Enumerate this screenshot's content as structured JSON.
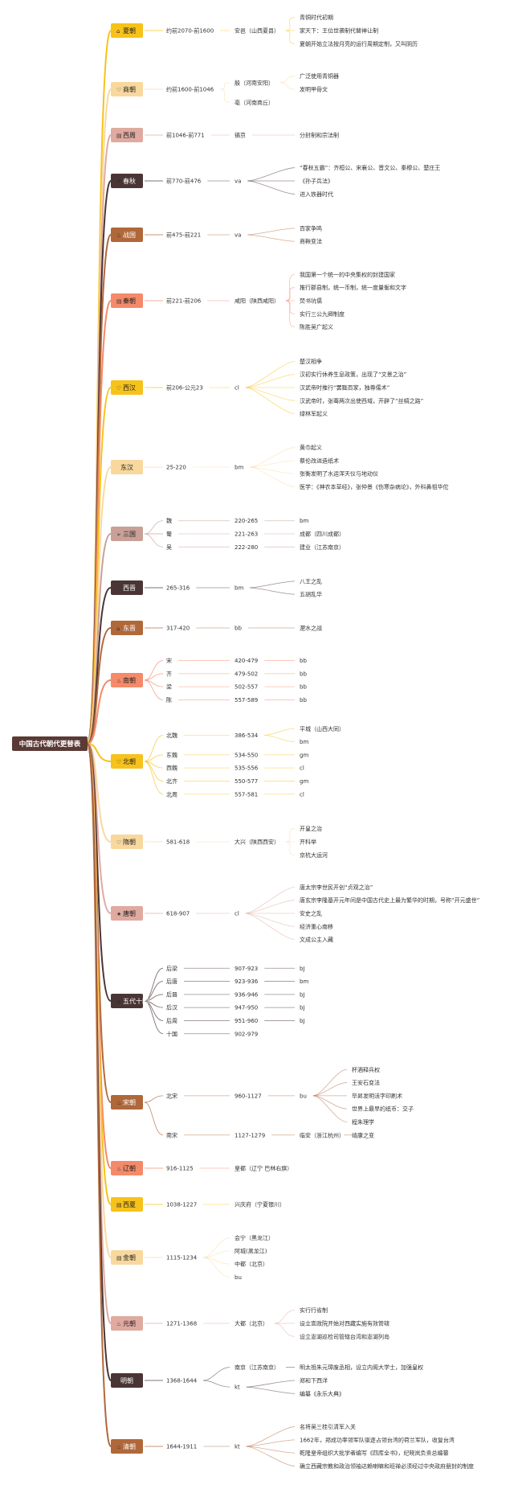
{
  "root": "中国古代朝代更替表",
  "dynasties": [
    {
      "name": "夏朝",
      "color": "#f7c21a",
      "icon": "house-icon",
      "textColor": "#222222",
      "rows": [
        {
          "label": "约前2070-前1600",
          "children": [
            {
              "label": "安邑（山西夏县）",
              "children": [
                {
                  "label": "青铜时代初期"
                },
                {
                  "label": "家天下：王位世袭制代替禅让制"
                },
                {
                  "label": "夏朝开始立法按月亮的运行周期定制，又叫阴历"
                }
              ]
            }
          ]
        }
      ]
    },
    {
      "name": "商朝",
      "color": "#f9d89e",
      "icon": "heart-icon",
      "textColor": "#222222",
      "rows": [
        {
          "label": "约前1600-前1046",
          "children": [
            {
              "label": "殷（河南安阳）",
              "children": [
                {
                  "label": "广泛使用青铜器"
                },
                {
                  "label": "发明甲骨文"
                }
              ]
            },
            {
              "label": "亳（河南商丘）"
            }
          ]
        }
      ]
    },
    {
      "name": "西周",
      "color": "#e0aaa0",
      "icon": "book-icon",
      "textColor": "#222222",
      "rows": [
        {
          "label": "前1046-前771",
          "children": [
            {
              "label": "镐京",
              "children": [
                {
                  "label": "分封制和宗法制"
                }
              ]
            }
          ]
        }
      ]
    },
    {
      "name": "春秋",
      "color": "#4a3535",
      "icon": "flag-icon",
      "textColor": "#ffffff",
      "rows": [
        {
          "label": "前770-前476",
          "children": [
            {
              "label": "va",
              "children": [
                {
                  "label": "“春秋五霸”：齐桓公、宋襄公、晋文公、秦穆公、楚庄王"
                },
                {
                  "label": "《孙子兵法》"
                },
                {
                  "label": "进入铁器时代"
                }
              ]
            }
          ]
        }
      ]
    },
    {
      "name": "战国",
      "color": "#b0683a",
      "icon": "fire-icon",
      "textColor": "#ffffff",
      "rows": [
        {
          "label": "前475-前221",
          "children": [
            {
              "label": "va",
              "children": [
                {
                  "label": "百家争鸣"
                },
                {
                  "label": "商鞅变法"
                }
              ]
            }
          ]
        }
      ]
    },
    {
      "name": "秦朝",
      "color": "#f48a6a",
      "icon": "book-icon",
      "textColor": "#222222",
      "rows": [
        {
          "label": "前221-前206",
          "children": [
            {
              "label": "咸阳（陕西咸阳）",
              "children": [
                {
                  "label": "我国第一个统一的中央集权的封建国家"
                },
                {
                  "label": "推行郡县制，统一币制，统一度量衡和文字"
                },
                {
                  "label": "焚书坑儒"
                },
                {
                  "label": "实行三公九卿制度"
                },
                {
                  "label": "陈胜吴广起义"
                }
              ]
            }
          ]
        }
      ]
    },
    {
      "name": "西汉",
      "color": "#f7c21a",
      "icon": "heart-icon",
      "textColor": "#222222",
      "rows": [
        {
          "label": "前206-公元23",
          "children": [
            {
              "label": "cl",
              "children": [
                {
                  "label": "楚汉相争"
                },
                {
                  "label": "汉初实行休养生息政策，出现了“文景之治”"
                },
                {
                  "label": "汉武帝时推行“罢黜百家，独尊儒术”"
                },
                {
                  "label": "汉武帝时，张骞两次出使西域，开辟了“丝绸之路”"
                },
                {
                  "label": "绿林军起义"
                }
              ]
            }
          ]
        }
      ]
    },
    {
      "name": "东汉",
      "color": "#f9d89e",
      "icon": "",
      "textColor": "#222222",
      "rows": [
        {
          "label": "25-220",
          "children": [
            {
              "label": "bm",
              "children": [
                {
                  "label": "黄巾起义"
                },
                {
                  "label": "蔡伦改进造纸术"
                },
                {
                  "label": "张衡发明了水运浑天仪与地动仪"
                },
                {
                  "label": "医学：《神农本草经》，张仲景《伤寒杂病论》，外科鼻祖华佗"
                }
              ]
            }
          ]
        }
      ]
    },
    {
      "name": "三国",
      "color": "#c9a097",
      "icon": "send-icon",
      "textColor": "#222222",
      "rows": [
        {
          "label": "魏",
          "children": [
            {
              "label": "220-265",
              "children": [
                {
                  "label": "bm"
                }
              ]
            }
          ]
        },
        {
          "label": "蜀",
          "children": [
            {
              "label": "221-263",
              "children": [
                {
                  "label": "成都（四川成都）"
                }
              ]
            }
          ]
        },
        {
          "label": "吴",
          "children": [
            {
              "label": "222-280",
              "children": [
                {
                  "label": "建业（江苏南京）"
                }
              ]
            }
          ]
        }
      ]
    },
    {
      "name": "西晋",
      "color": "#4a3535",
      "icon": "fire-icon",
      "textColor": "#ffffff",
      "rows": [
        {
          "label": "265-316",
          "children": [
            {
              "label": "bm",
              "children": [
                {
                  "label": "八王之乱"
                },
                {
                  "label": "五胡乱华"
                }
              ]
            }
          ]
        }
      ]
    },
    {
      "name": "东晋",
      "color": "#b0683a",
      "icon": "house-icon",
      "textColor": "#ffffff",
      "rows": [
        {
          "label": "317-420",
          "children": [
            {
              "label": "bb",
              "children": [
                {
                  "label": "淝水之战"
                }
              ]
            }
          ]
        }
      ]
    },
    {
      "name": "南朝",
      "color": "#f48a6a",
      "icon": "fire-icon",
      "textColor": "#222222",
      "rows": [
        {
          "label": "宋",
          "children": [
            {
              "label": "420-479",
              "children": [
                {
                  "label": "bb"
                }
              ]
            }
          ]
        },
        {
          "label": "齐",
          "children": [
            {
              "label": "479-502",
              "children": [
                {
                  "label": "bb"
                }
              ]
            }
          ]
        },
        {
          "label": "梁",
          "children": [
            {
              "label": "502-557",
              "children": [
                {
                  "label": "bb"
                }
              ]
            }
          ]
        },
        {
          "label": "陈",
          "children": [
            {
              "label": "557-589",
              "children": [
                {
                  "label": "bb"
                }
              ]
            }
          ]
        }
      ]
    },
    {
      "name": "北朝",
      "color": "#f7c21a",
      "icon": "heart-icon",
      "textColor": "#222222",
      "rows": [
        {
          "label": "北魏",
          "children": [
            {
              "label": "386-534",
              "children": [
                {
                  "label": "平城（山西大同）"
                },
                {
                  "label": "bm"
                }
              ]
            }
          ]
        },
        {
          "label": "东魏",
          "children": [
            {
              "label": "534-550",
              "children": [
                {
                  "label": "gm"
                }
              ]
            }
          ]
        },
        {
          "label": "西魏",
          "children": [
            {
              "label": "535-556",
              "children": [
                {
                  "label": "cl"
                }
              ]
            }
          ]
        },
        {
          "label": "北齐",
          "children": [
            {
              "label": "550-577",
              "children": [
                {
                  "label": "gm"
                }
              ]
            }
          ]
        },
        {
          "label": "北周",
          "children": [
            {
              "label": "557-581",
              "children": [
                {
                  "label": "cl"
                }
              ]
            }
          ]
        }
      ]
    },
    {
      "name": "隋朝",
      "color": "#f9d89e",
      "icon": "heart-icon",
      "textColor": "#222222",
      "rows": [
        {
          "label": "581-618",
          "children": [
            {
              "label": "大兴（陕西西安）",
              "children": [
                {
                  "label": "开皇之治"
                },
                {
                  "label": "开科举"
                },
                {
                  "label": "京杭大运河"
                }
              ]
            }
          ]
        }
      ]
    },
    {
      "name": "唐朝",
      "color": "#e0aaa0",
      "icon": "star-icon",
      "textColor": "#222222",
      "rows": [
        {
          "label": "618-907",
          "children": [
            {
              "label": "cl",
              "children": [
                {
                  "label": "唐太宗李世民开创“贞观之治”"
                },
                {
                  "label": "唐玄宗李隆基开元年间是中国古代史上最为繁华的时期，号称“开元盛世”"
                },
                {
                  "label": "安史之乱"
                },
                {
                  "label": "经济重心南移"
                },
                {
                  "label": "文成公主入藏"
                }
              ]
            }
          ]
        }
      ]
    },
    {
      "name": "五代十国",
      "color": "#4a3535",
      "icon": "diamond-icon",
      "textColor": "#ffffff",
      "rows": [
        {
          "label": "后梁",
          "children": [
            {
              "label": "907-923",
              "children": [
                {
                  "label": "bJ"
                }
              ]
            }
          ]
        },
        {
          "label": "后唐",
          "children": [
            {
              "label": "923-936",
              "children": [
                {
                  "label": "bm"
                }
              ]
            }
          ]
        },
        {
          "label": "后晋",
          "children": [
            {
              "label": "936-946",
              "children": [
                {
                  "label": "bJ"
                }
              ]
            }
          ]
        },
        {
          "label": "后汉",
          "children": [
            {
              "label": "947-950",
              "children": [
                {
                  "label": "bJ"
                }
              ]
            }
          ]
        },
        {
          "label": "后周",
          "children": [
            {
              "label": "951-960",
              "children": [
                {
                  "label": "bJ"
                }
              ]
            }
          ]
        },
        {
          "label": "十国",
          "children": [
            {
              "label": "902-979"
            }
          ]
        }
      ]
    },
    {
      "name": "宋朝",
      "color": "#b0683a",
      "icon": "fire-icon",
      "textColor": "#ffffff",
      "rows": [
        {
          "label": "北宋",
          "children": [
            {
              "label": "960-1127",
              "children": [
                {
                  "label": "bu",
                  "children": [
                    {
                      "label": "杯酒释兵权"
                    },
                    {
                      "label": "王安石变法"
                    },
                    {
                      "label": "毕昇发明活字印刷术"
                    },
                    {
                      "label": "世界上最早的纸币：交子"
                    },
                    {
                      "label": "程朱理学"
                    }
                  ]
                }
              ]
            }
          ]
        },
        {
          "label": "南宋",
          "children": [
            {
              "label": "1127-1279",
              "children": [
                {
                  "label": "临安（浙江杭州）",
                  "children": [
                    {
                      "label": "靖康之变"
                    }
                  ]
                }
              ]
            }
          ]
        }
      ]
    },
    {
      "name": "辽朝",
      "color": "#f48a6a",
      "icon": "fire-icon",
      "textColor": "#222222",
      "rows": [
        {
          "label": "916-1125",
          "children": [
            {
              "label": "皇都（辽宁 巴林右旗）"
            }
          ]
        }
      ]
    },
    {
      "name": "西夏",
      "color": "#f7c21a",
      "icon": "book-icon",
      "textColor": "#222222",
      "rows": [
        {
          "label": "1038-1227",
          "children": [
            {
              "label": "兴庆府（宁夏银川）"
            }
          ]
        }
      ]
    },
    {
      "name": "金朝",
      "color": "#f9d89e",
      "icon": "book-icon",
      "textColor": "#222222",
      "rows": [
        {
          "label": "1115-1234",
          "children": [
            {
              "label": "会宁（黑龙江）"
            },
            {
              "label": "阿城(黑龙江)"
            },
            {
              "label": "中都（北京）"
            },
            {
              "label": "bu"
            }
          ]
        }
      ]
    },
    {
      "name": "元朝",
      "color": "#e0aaa0",
      "icon": "fire-icon",
      "textColor": "#222222",
      "rows": [
        {
          "label": "1271-1368",
          "children": [
            {
              "label": "大都（北京）",
              "children": [
                {
                  "label": "实行行省制"
                },
                {
                  "label": "设立宣政院开始对西藏实施有效管辖"
                },
                {
                  "label": "设立澎湖巡检司管辖台湾和澎湖列岛"
                }
              ]
            }
          ]
        }
      ]
    },
    {
      "name": "明朝",
      "color": "#4a3535",
      "icon": "",
      "textColor": "#ffffff",
      "rows": [
        {
          "label": "1368-1644",
          "children": [
            {
              "label": "南京（江苏南京）",
              "children": [
                {
                  "label": "明太祖朱元璋废丞相，设立内阁大学士，加强皇权"
                }
              ]
            },
            {
              "label": "kt",
              "children": [
                {
                  "label": "郑和下西洋"
                },
                {
                  "label": "编纂《永乐大典》"
                }
              ]
            }
          ]
        }
      ]
    },
    {
      "name": "清朝",
      "color": "#b0683a",
      "icon": "fire-icon",
      "textColor": "#ffffff",
      "rows": [
        {
          "label": "1644-1911",
          "children": [
            {
              "label": "kt",
              "children": [
                {
                  "label": "名将吴三桂引清军入关"
                },
                {
                  "label": "1662年，郑成功率领军队驱逐占领台湾的荷兰军队，收复台湾"
                },
                {
                  "label": "乾隆皇帝组织大批学者编写《四库全书》，纪晓岚负责总编纂"
                },
                {
                  "label": "确立西藏宗教和政治领袖达赖喇嘛和班禅必须经过中央政府册封的制度"
                }
              ]
            }
          ]
        }
      ]
    }
  ]
}
